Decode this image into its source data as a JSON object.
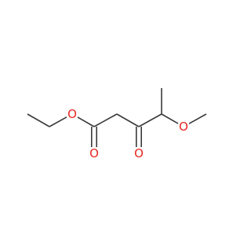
{
  "colors": {
    "background": "#ffffff",
    "bond": "#3a3a3a",
    "oxygen": "#e8261e"
  },
  "molecule": {
    "atoms": [
      {
        "id": "c1",
        "element": "C",
        "label": ""
      },
      {
        "id": "c2",
        "element": "C",
        "label": ""
      },
      {
        "id": "o_ester",
        "element": "O",
        "label": "O"
      },
      {
        "id": "c_ester",
        "element": "C",
        "label": ""
      },
      {
        "id": "o_ester_carbonyl",
        "element": "O",
        "label": "O"
      },
      {
        "id": "c_methylene",
        "element": "C",
        "label": ""
      },
      {
        "id": "c_ketone",
        "element": "C",
        "label": ""
      },
      {
        "id": "o_ketone",
        "element": "O",
        "label": "O"
      },
      {
        "id": "c_methine",
        "element": "C",
        "label": ""
      },
      {
        "id": "c_methyl",
        "element": "C",
        "label": ""
      },
      {
        "id": "o_methoxy",
        "element": "O",
        "label": "O"
      },
      {
        "id": "c_methoxy",
        "element": "C",
        "label": ""
      }
    ],
    "bonds": [
      {
        "from": "c1",
        "to": "c2",
        "order": 1
      },
      {
        "from": "c2",
        "to": "o_ester",
        "order": 1
      },
      {
        "from": "o_ester",
        "to": "c_ester",
        "order": 1
      },
      {
        "from": "c_ester",
        "to": "o_ester_carbonyl",
        "order": 2
      },
      {
        "from": "c_ester",
        "to": "c_methylene",
        "order": 1
      },
      {
        "from": "c_methylene",
        "to": "c_ketone",
        "order": 1
      },
      {
        "from": "c_ketone",
        "to": "o_ketone",
        "order": 2
      },
      {
        "from": "c_ketone",
        "to": "c_methine",
        "order": 1
      },
      {
        "from": "c_methine",
        "to": "c_methyl",
        "order": 1
      },
      {
        "from": "c_methine",
        "to": "o_methoxy",
        "order": 1
      },
      {
        "from": "o_methoxy",
        "to": "c_methoxy",
        "order": 1
      }
    ]
  }
}
